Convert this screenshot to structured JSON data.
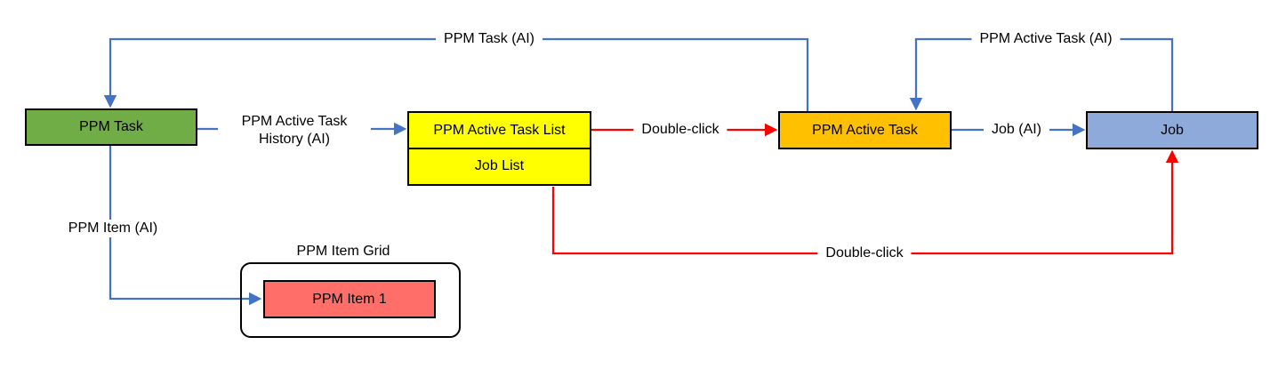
{
  "diagram": {
    "nodes": {
      "ppm_task": {
        "label": "PPM Task",
        "fill": "#70AD47"
      },
      "ppm_active_task_list": {
        "label": "PPM Active Task List",
        "fill": "#FFFF00"
      },
      "job_list": {
        "label": "Job List",
        "fill": "#FFFF00"
      },
      "ppm_active_task": {
        "label": "PPM Active Task",
        "fill": "#FFC000"
      },
      "job": {
        "label": "Job",
        "fill": "#8EAADB"
      },
      "ppm_item_grid": {
        "label": "PPM Item Grid"
      },
      "ppm_item_1": {
        "label": "PPM Item 1",
        "fill": "#FF6E69"
      }
    },
    "edge_labels": {
      "ppm_task_ai": "PPM Task (AI)",
      "ppm_active_task_history_ai": "PPM Active Task History (AI)",
      "double_click_list_to_task": "Double-click",
      "job_ai": "Job (AI)",
      "ppm_active_task_ai": "PPM Active Task (AI)",
      "ppm_item_ai": "PPM Item (AI)",
      "double_click_list_to_job": "Double-click"
    },
    "colors": {
      "connector_blue": "#4472C4",
      "connector_red": "#FF0000",
      "node_border": "#000000"
    }
  }
}
